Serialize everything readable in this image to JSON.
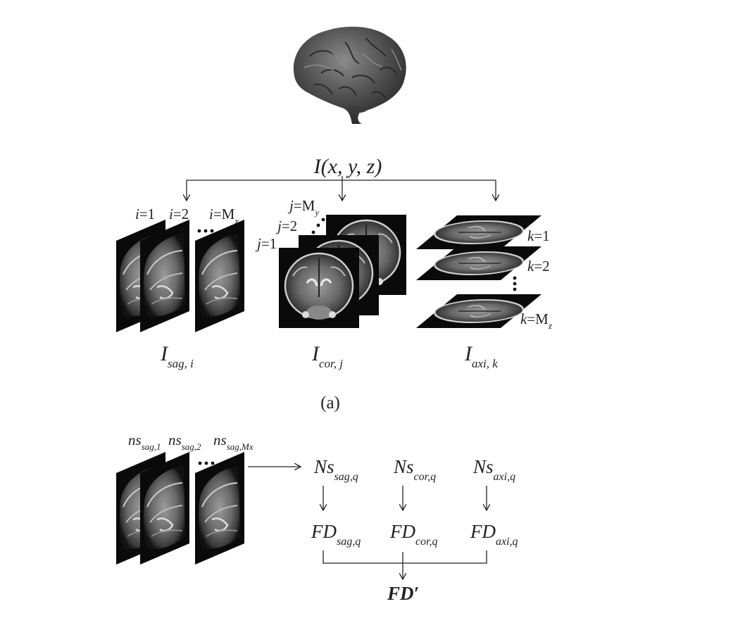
{
  "volume_label": {
    "main": "I",
    "rest": "(x, y, z)"
  },
  "plane_labels": {
    "sagittal": {
      "main": "I",
      "sub": "sag, i"
    },
    "coronal": {
      "main": "I",
      "sub": "cor, j"
    },
    "axial": {
      "main": "I",
      "sub": "axi, k"
    }
  },
  "sagittal_indices": [
    {
      "main": "i",
      "rest": "=1"
    },
    {
      "main": "i",
      "rest": "=2"
    },
    {
      "main": "i",
      "rest": "=M",
      "sub": "x"
    }
  ],
  "coronal_indices": [
    {
      "main": "j",
      "rest": "=1"
    },
    {
      "main": "j",
      "rest": "=2"
    },
    {
      "main": "j",
      "rest": "=M",
      "sub": "y"
    }
  ],
  "axial_indices": [
    {
      "main": "k",
      "rest": "=1"
    },
    {
      "main": "k",
      "rest": "=2"
    },
    {
      "main": "k",
      "rest": "=M",
      "sub": "z"
    }
  ],
  "panel_a_caption": "(a)",
  "sequence_labels": [
    {
      "main": "ns",
      "sub": "sag,1"
    },
    {
      "main": "ns",
      "sub": "sag,2"
    },
    {
      "main": "ns",
      "sub": "sag,Mx"
    }
  ],
  "ns_nodes": [
    {
      "main": "Ns",
      "sub": "sag,q"
    },
    {
      "main": "Ns",
      "sub": "cor,q"
    },
    {
      "main": "Ns",
      "sub": "axi,q"
    }
  ],
  "fd_nodes": [
    {
      "main": "FD",
      "sub": "sag,q"
    },
    {
      "main": "FD",
      "sub": "cor,q"
    },
    {
      "main": "FD",
      "sub": "axi,q"
    }
  ],
  "final_output": "FD′",
  "colors": {
    "line": "#222222",
    "slice_bg": "#0a0a0a",
    "brain": "#4a4a4a"
  }
}
